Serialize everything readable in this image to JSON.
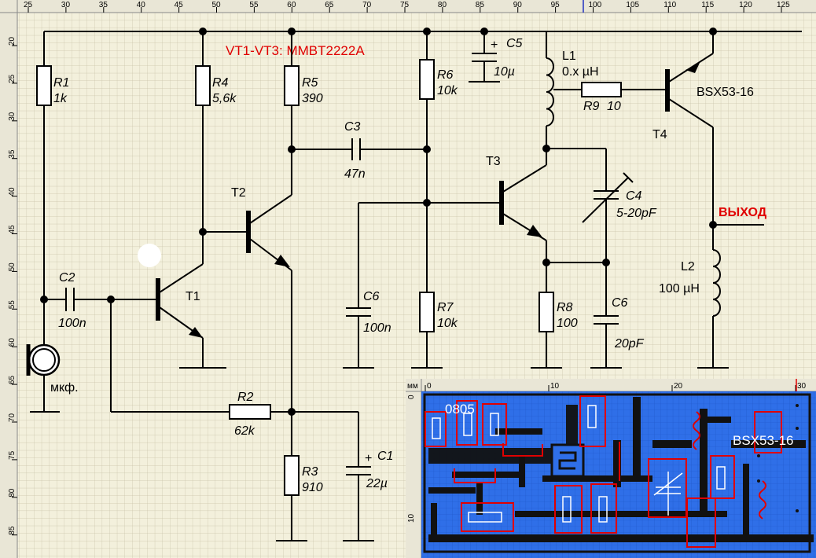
{
  "ruler": {
    "top": [
      "25",
      "30",
      "35",
      "40",
      "45",
      "50",
      "55",
      "60",
      "65",
      "70",
      "75",
      "80",
      "85",
      "90",
      "95",
      "100",
      "105",
      "110",
      "115",
      "120",
      "125"
    ],
    "left": [
      "20",
      "25",
      "30",
      "35",
      "40",
      "45",
      "50",
      "55",
      "60",
      "65",
      "70",
      "75",
      "80",
      "85"
    ]
  },
  "title": "VT1-VT3: MMBT2222A",
  "output_label": "ВЫХОД",
  "components": {
    "r1": {
      "name": "R1",
      "value": "1k"
    },
    "r2": {
      "name": "R2",
      "value": "62k"
    },
    "r3": {
      "name": "R3",
      "value": "910"
    },
    "r4": {
      "name": "R4",
      "value": "5,6k"
    },
    "r5": {
      "name": "R5",
      "value": "390"
    },
    "r6": {
      "name": "R6",
      "value": "10k"
    },
    "r7": {
      "name": "R7",
      "value": "10k"
    },
    "r8": {
      "name": "R8",
      "value": "100"
    },
    "r9": {
      "name": "R9",
      "value": "10"
    },
    "c1": {
      "name": "C1",
      "value": "22µ"
    },
    "c2": {
      "name": "C2",
      "value": "100n"
    },
    "c3": {
      "name": "C3",
      "value": "47n"
    },
    "c4": {
      "name": "C4",
      "value": "5-20pF"
    },
    "c5": {
      "name": "C5",
      "value": "10µ"
    },
    "c6a": {
      "name": "C6",
      "value": "100n"
    },
    "c6b": {
      "name": "C6",
      "value": "20pF"
    },
    "l1": {
      "name": "L1",
      "value": "0.x µH"
    },
    "l2": {
      "name": "L2",
      "value": "100 µH"
    },
    "t1": "T1",
    "t2": "T2",
    "t3": "T3",
    "t4": "T4",
    "t4_part": "BSX53-16",
    "mic": "мкф.",
    "polarity": "+"
  },
  "pcb": {
    "ruler_unit": "мм",
    "ruler": [
      "0",
      "10",
      "20",
      "30"
    ],
    "ruler_left": [
      "0",
      "10"
    ],
    "label_size": "0805",
    "label_part": "BSX53-16",
    "colors": {
      "board": "#2f6fe8",
      "trace": "#111111",
      "outline": "#e00000"
    }
  }
}
